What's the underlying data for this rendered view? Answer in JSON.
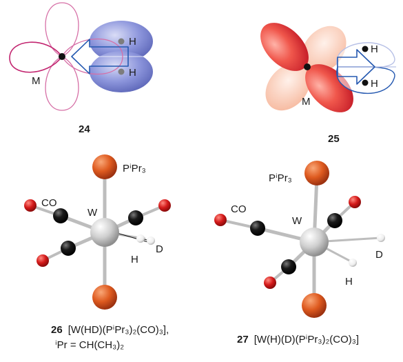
{
  "top_left": {
    "number": "24",
    "metal_label": "M",
    "h_top": "H",
    "h_bottom": "H"
  },
  "top_right": {
    "number": "25",
    "metal_label": "M",
    "h_top": "H",
    "h_bottom": "H"
  },
  "bottom_left": {
    "number": "26",
    "phosphine_label": "PⁱPr₃",
    "co_label": "CO",
    "w_label": "W",
    "h_label": "H",
    "d_label": "D",
    "formula": "[W(HD)(PⁱPr₃)₂(CO)₃],",
    "footnote": "ⁱPr = CH(CH₃)₂"
  },
  "bottom_right": {
    "number": "27",
    "phosphine_label": "PⁱPr₃",
    "co_label": "CO",
    "w_label": "W",
    "h_label": "H",
    "d_label": "D",
    "formula": "[W(H)(D)(PⁱPr₃)₂(CO)₃]"
  },
  "colors": {
    "pink_outline": "#d66fa6",
    "magenta_outline": "#c2246f",
    "blue_orbital": "#7b86d6",
    "arrow_blue": "#2458b0",
    "red_orbital": "#e23a3a",
    "peach_orbital": "#f6c0a9",
    "phosphorus": "#d4511f",
    "oxygen": "#cf1a1a",
    "carbon": "#111111",
    "tungsten": "#c9c9c9",
    "hydrogen": "#f3f3f3"
  }
}
